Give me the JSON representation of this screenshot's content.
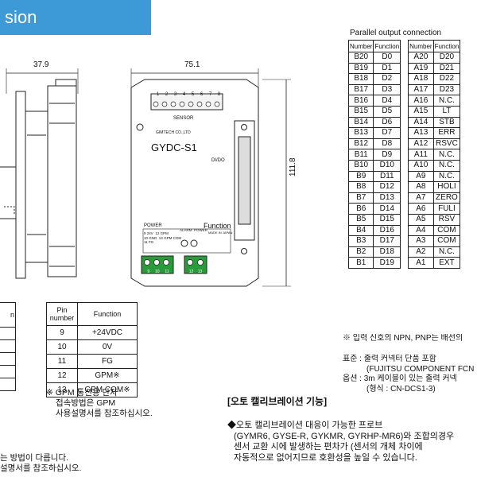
{
  "banner": {
    "title": "sion"
  },
  "dims": {
    "width_side": "37.9",
    "width_front": "75.1",
    "height": "111.8"
  },
  "device": {
    "sensor_label": "SENSOR",
    "terminal_numbers": [
      "1",
      "2",
      "3",
      "4",
      "5",
      "6",
      "7",
      "8"
    ],
    "brand": "GIMTECH CO.,LTD",
    "model": "GYDC-S1",
    "io": "DI/DO",
    "alarm": "ALARM",
    "power_led": "POWER",
    "power": "POWER",
    "function": "Function",
    "made_in": "MADE IN JAPAN",
    "power_rows": [
      [
        "9",
        "24V",
        "12",
        "GPM"
      ],
      [
        "10",
        "GND",
        "13",
        "GPM COM"
      ],
      [
        "11",
        "FG",
        "",
        ""
      ]
    ],
    "bottom_terms_left": [
      "9",
      "10",
      "11"
    ],
    "bottom_terms_right": [
      "12",
      "13"
    ]
  },
  "parallel": {
    "title": "Parallel output connection",
    "headers": [
      "Number",
      "Function",
      "Number",
      "Function"
    ],
    "rows": [
      [
        "B20",
        "D0",
        "A20",
        "D20"
      ],
      [
        "B19",
        "D1",
        "A19",
        "D21"
      ],
      [
        "B18",
        "D2",
        "A18",
        "D22"
      ],
      [
        "B17",
        "D3",
        "A17",
        "D23"
      ],
      [
        "B16",
        "D4",
        "A16",
        "N.C."
      ],
      [
        "B15",
        "D5",
        "A15",
        "LT"
      ],
      [
        "B14",
        "D6",
        "A14",
        "STB"
      ],
      [
        "B13",
        "D7",
        "A13",
        "ERR"
      ],
      [
        "B12",
        "D8",
        "A12",
        "RSVC"
      ],
      [
        "B11",
        "D9",
        "A11",
        "N.C."
      ],
      [
        "B10",
        "D10",
        "A10",
        "N.C."
      ],
      [
        "B9",
        "D11",
        "A9",
        "N.C."
      ],
      [
        "B8",
        "D12",
        "A8",
        "HOLI"
      ],
      [
        "B7",
        "D13",
        "A7",
        "ZERO"
      ],
      [
        "B6",
        "D14",
        "A6",
        "FULI"
      ],
      [
        "B5",
        "D15",
        "A5",
        "RSV"
      ],
      [
        "B4",
        "D16",
        "A4",
        "COM"
      ],
      [
        "B3",
        "D17",
        "A3",
        "COM"
      ],
      [
        "B2",
        "D18",
        "A2",
        "N.C."
      ],
      [
        "B1",
        "D19",
        "A1",
        "EXT"
      ]
    ],
    "note": "※ 입력 신호의 NPN, PNP는 배선의",
    "std_1": "표준 : 출력 커넥터 단품 포함",
    "std_2": "(FUJITSU COMPONENT FCN",
    "opt_1": "옵션 : 3m 케이블이 있는 출력 커넥",
    "opt_2": "(형식 : CN-DCS1-3)"
  },
  "terminal_table": {
    "headers": [
      "Pin number",
      "Function"
    ],
    "rows": [
      [
        "9",
        "+24VDC"
      ],
      [
        "10",
        "0V"
      ],
      [
        "11",
        "FG"
      ],
      [
        "12",
        "GPM※"
      ],
      [
        "13",
        "GPM COM※"
      ]
    ],
    "left_header_fragment": "n"
  },
  "gpm_note": {
    "l1": "※ GPM 통신용 단자",
    "l2": "접속방법은 GPM",
    "l3": "사용설명서를 참조하십시오."
  },
  "left_bottom": {
    "l1": "는 방법이 다릅니다.",
    "l2": "설명서를 참조하십시오."
  },
  "auto_cal": {
    "title": "[오토 캘리브레이션 기능]",
    "l1": "◆오토 캘리브레이션 대응이 가능한 프로브",
    "l2": "(GYMR6, GYSE-R, GYKMR, GYRHP-MR6)와 조합의경우",
    "l3": "센서 교환 시에 발생하는 편차가 (센서의 개체 차이에",
    "l4": "자동적으로 없어지므로 호환성을 높일 수 있습니다."
  }
}
